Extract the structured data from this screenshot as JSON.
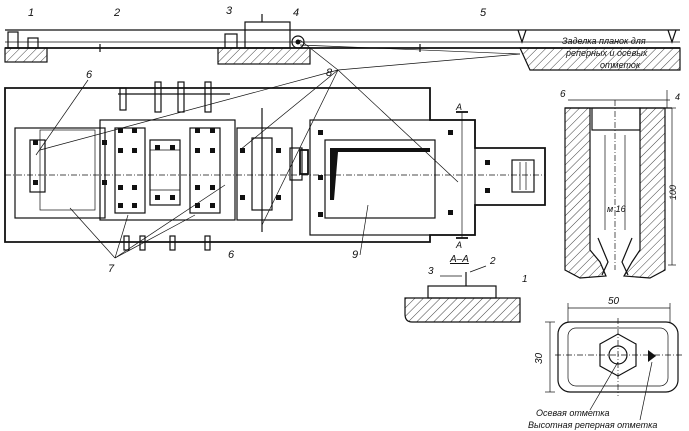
{
  "callouts": {
    "c1_top": "1",
    "c2_top": "2",
    "c3_top": "3",
    "c4_top": "4",
    "c5_top": "5",
    "c6_left": "6",
    "c8": "8",
    "c7": "7",
    "c6_bottom": "6",
    "c9": "9",
    "c1_section": "1",
    "c2_section": "2",
    "c3_section": "3"
  },
  "section": {
    "cut_top": "A",
    "cut_bottom": "A",
    "title": "А–А"
  },
  "detail": {
    "title_line1": "Заделка планок для",
    "title_line2": "реперных и осевых",
    "title_line3": "отметок",
    "label_6": "6",
    "dim_4": "4",
    "dim_100": "100",
    "thread": "м 16"
  },
  "plate": {
    "dim_50": "50",
    "dim_30": "30",
    "label_axis": "Осевая отметка",
    "label_ref": "Высотная реперная отметка"
  }
}
